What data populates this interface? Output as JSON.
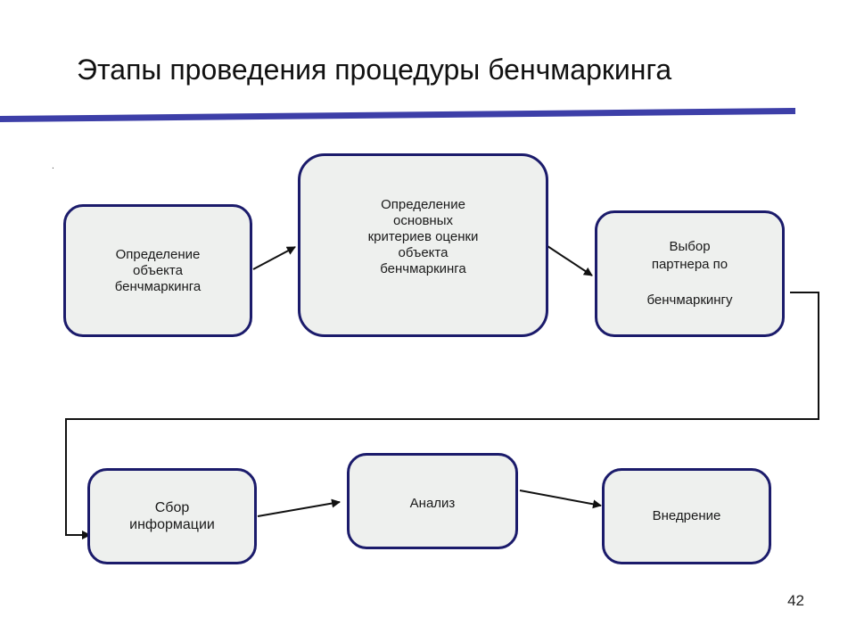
{
  "slide": {
    "title": "Этапы проведения процедуры бенчмаркинга",
    "page_number": "42",
    "mark": ".",
    "rule_color": "#3d3fa8",
    "node_border_color": "#1b1b6b",
    "node_fill_color": "#eef0ee"
  },
  "diagram": {
    "nodes": [
      {
        "id": "object",
        "label": "Определение\nобъекта\nбенчмаркинга"
      },
      {
        "id": "criteria",
        "label": "Определение\nосновных\nкритериев оценки\nобъекта\nбенчмаркинга"
      },
      {
        "id": "partner",
        "label": "Выбор\nпартнера по\n\nбенчмаркингу"
      },
      {
        "id": "collect",
        "label": "Сбор\nинформации"
      },
      {
        "id": "analysis",
        "label": "Анализ"
      },
      {
        "id": "deploy",
        "label": "Внедрение"
      }
    ],
    "edges": [
      {
        "from": "object",
        "to": "criteria"
      },
      {
        "from": "criteria",
        "to": "partner"
      },
      {
        "from": "partner",
        "to": "collect"
      },
      {
        "from": "collect",
        "to": "analysis"
      },
      {
        "from": "analysis",
        "to": "deploy"
      }
    ]
  }
}
